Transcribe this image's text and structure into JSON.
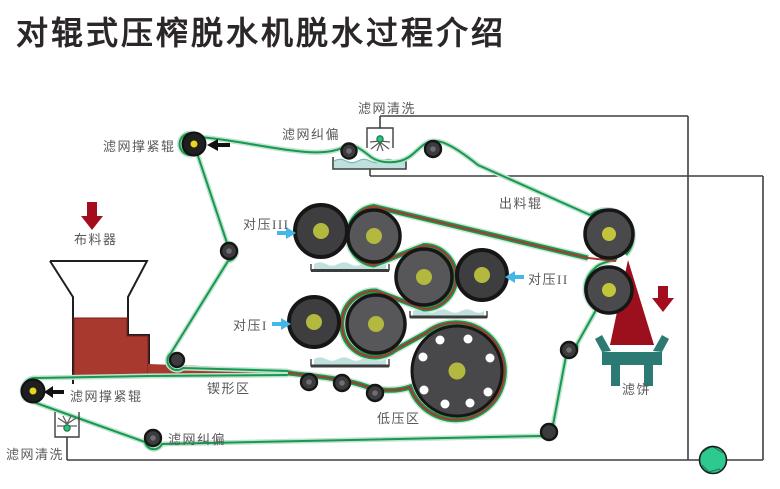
{
  "title": "对辊式压榨脱水机脱水过程介绍",
  "diagram": {
    "labels": {
      "filter_wash_top": "滤网清洗",
      "filter_align_top": "滤网纠偏",
      "tension_roller_top": "滤网撑紧辊",
      "discharge_roller": "出料辊",
      "press3": "对压III",
      "press2": "对压II",
      "press1": "对压I",
      "distributor": "布料器",
      "wedge_zone": "锲形区",
      "low_pressure_zone": "低压区",
      "filter_cake": "滤饼",
      "tension_roller_bottom": "滤网撑紧辊",
      "filter_align_bottom": "滤网纠偏",
      "filter_wash_bottom": "滤网清洗"
    },
    "colors": {
      "belt_green": "#159a4e",
      "belt_glow": "#c2e2d1",
      "sludge_red": "#a8392f",
      "cake_red": "#9c0f1d",
      "arrow_blue": "#45b6e8",
      "arrow_red": "#a30d1d",
      "roller_dark": "#3e3e40",
      "roller_light": "#575759",
      "roller_ring": "#161616",
      "hub_olive": "#b3b83e",
      "hub_yellow": "#e8d71a",
      "water_blue": "#c0e0de",
      "water_line": "#7dbab2",
      "cart_teal": "#2c7a74",
      "ball_green": "#2ec98f",
      "frame_gray": "#3f3f3f"
    }
  }
}
